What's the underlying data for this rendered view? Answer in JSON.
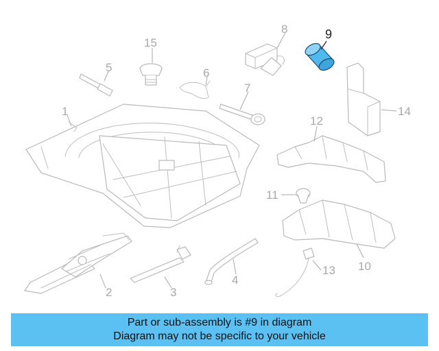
{
  "highlight_color": "#5bc0f2",
  "highlighted_part": "9",
  "callouts": {
    "p1": "1",
    "p2": "2",
    "p3": "3",
    "p4": "4",
    "p5": "5",
    "p6": "6",
    "p7": "7",
    "p8": "8",
    "p9": "9",
    "p10": "10",
    "p11": "11",
    "p12": "12",
    "p13": "13",
    "p14": "14",
    "p15": "15"
  },
  "banner": {
    "line1": "Part or sub-assembly is #9 in diagram",
    "line2": "Diagram may not be specific to your vehicle"
  }
}
